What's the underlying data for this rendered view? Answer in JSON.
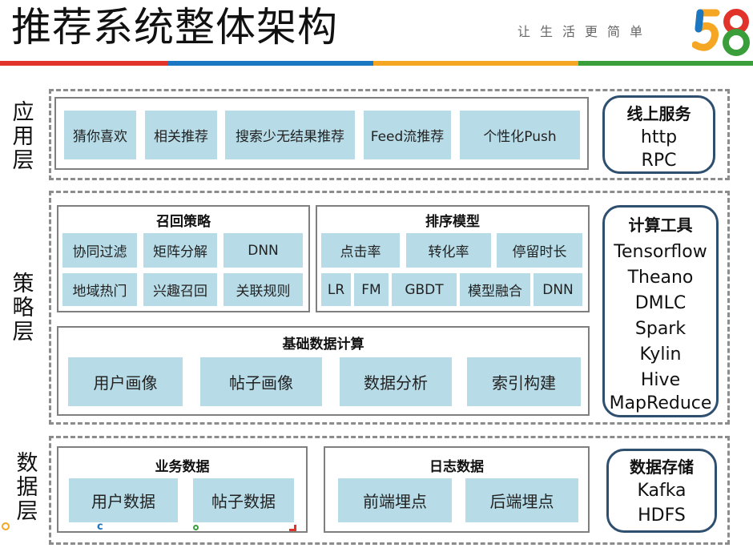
{
  "header": {
    "title": "推荐系统整体架构",
    "slogan": "让生活更简单",
    "logo_text": "58"
  },
  "colors": {
    "red": "#e2332b",
    "blue": "#1c77c3",
    "orange": "#f5a623",
    "green": "#3a9e3a",
    "cell": "#b7dce8",
    "border_dark": "#2f4f6f"
  },
  "layers": {
    "app": "应用层",
    "strategy": "策略层",
    "data": "数据层"
  },
  "app_layer": {
    "items": [
      "猜你喜欢",
      "相关推荐",
      "搜索少无结果推荐",
      "Feed流推荐",
      "个性化Push"
    ],
    "side": {
      "title": "线上服务",
      "lines": [
        "http",
        "RPC"
      ]
    }
  },
  "strategy_layer": {
    "recall": {
      "title": "召回策略",
      "items": [
        "协同过滤",
        "矩阵分解",
        "DNN",
        "地域热门",
        "兴趣召回",
        "关联规则"
      ]
    },
    "ranking": {
      "title": "排序模型",
      "row1": [
        "点击率",
        "转化率",
        "停留时长"
      ],
      "row2": [
        "LR",
        "FM",
        "GBDT",
        "模型融合",
        "DNN"
      ]
    },
    "base": {
      "title": "基础数据计算",
      "items": [
        "用户画像",
        "帖子画像",
        "数据分析",
        "索引构建"
      ]
    },
    "side": {
      "title": "计算工具",
      "lines": [
        "Tensorflow",
        "Theano",
        "DMLC",
        "Spark",
        "Kylin",
        "Hive",
        "MapReduce"
      ]
    }
  },
  "data_layer": {
    "business": {
      "title": "业务数据",
      "items": [
        "用户数据",
        "帖子数据"
      ]
    },
    "log": {
      "title": "日志数据",
      "items": [
        "前端埋点",
        "后端埋点"
      ]
    },
    "side": {
      "title": "数据存储",
      "lines": [
        "Kafka",
        "HDFS"
      ]
    }
  }
}
